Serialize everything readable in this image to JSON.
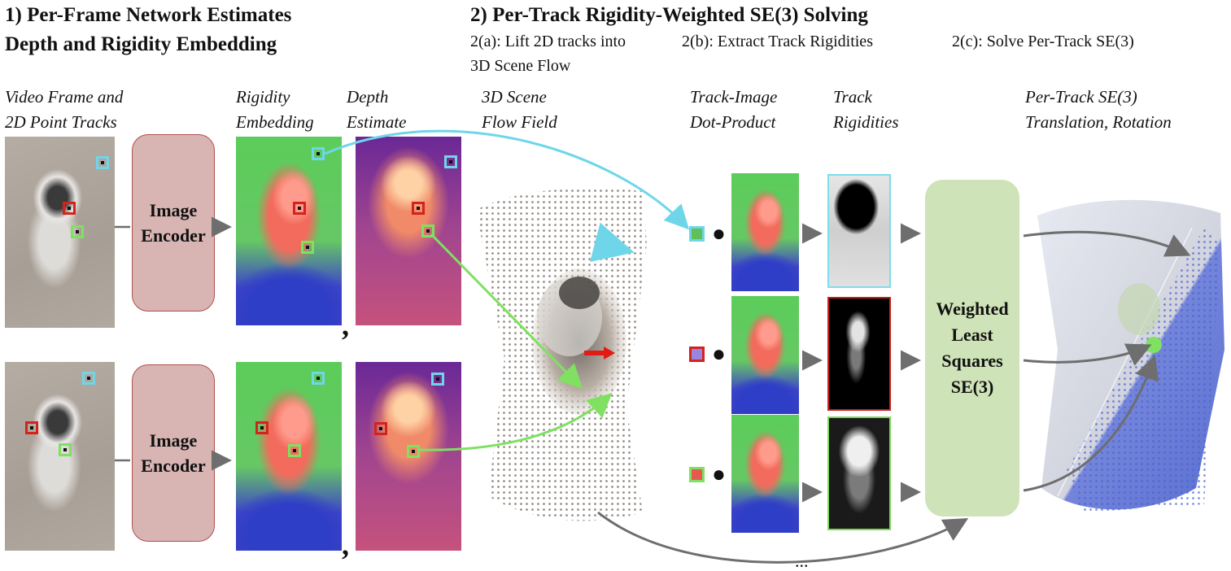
{
  "section1": {
    "title_line1": "1) Per-Frame Network Estimates",
    "title_line2": "Depth and Rigidity Embedding"
  },
  "section2": {
    "title": "2) Per-Track Rigidity-Weighted SE(3) Solving",
    "step_a_line1": "2(a): Lift 2D tracks into",
    "step_a_line2": "3D Scene Flow",
    "step_b": "2(b): Extract Track Rigidities",
    "step_c": "2(c): Solve Per-Track SE(3)"
  },
  "captions": {
    "video_frame": [
      "Video Frame and",
      "2D Point Tracks"
    ],
    "rigidity_embedding": [
      "Rigidity",
      "Embedding"
    ],
    "depth_estimate": [
      "Depth",
      "Estimate"
    ],
    "scene_flow": [
      "3D Scene",
      "Flow Field"
    ],
    "track_image": [
      "Track-Image",
      "Dot-Product"
    ],
    "track_rigidities": [
      "Track",
      "Rigidities"
    ],
    "per_track_se3": [
      "Per-Track SE(3)",
      "Translation, Rotation"
    ]
  },
  "encoder": {
    "label_line1": "Image",
    "label_line2": "Encoder"
  },
  "solver": {
    "line1": "Weighted",
    "line2": "Least",
    "line3": "Squares",
    "line4": "SE(3)"
  },
  "symbols": {
    "dot": "●",
    "ellipsis": "...",
    "comma": ","
  },
  "colors": {
    "track_cyan": "#6fd6ea",
    "track_red": "#d3231d",
    "track_green": "#7fe062",
    "encoder_fill": "#d8b4b3",
    "solver_fill": "#cfe3b8",
    "arrow_gray": "#6e6e6e"
  }
}
